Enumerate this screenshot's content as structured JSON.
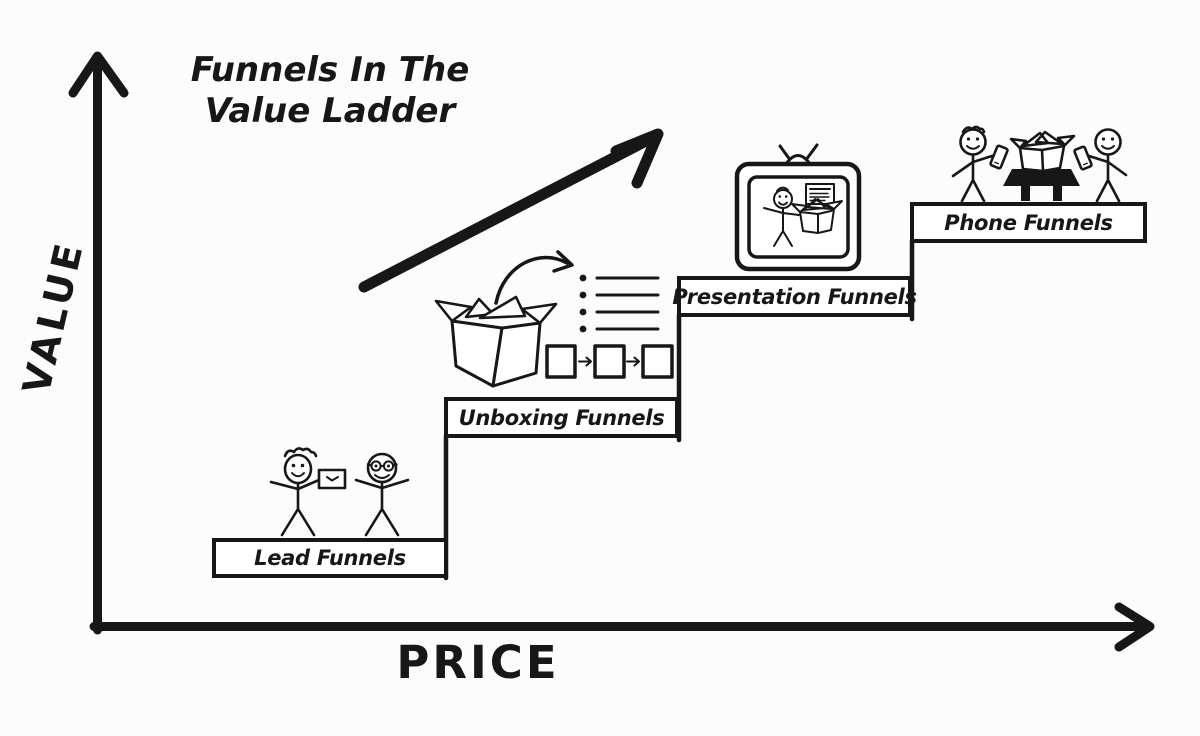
{
  "title": {
    "line1": "Funnels In The",
    "line2": "Value Ladder"
  },
  "axes": {
    "y_label": "VALUE",
    "x_label": "PRICE"
  },
  "steps": [
    {
      "label": "Lead Funnels",
      "illustration": "two-stick-figures-with-lead-magnet-envelope"
    },
    {
      "label": "Unboxing Funnels",
      "illustration": "open-box-with-checklist-and-flow-squares"
    },
    {
      "label": "Presentation Funnels",
      "illustration": "tv-with-presenter-and-box"
    },
    {
      "label": "Phone Funnels",
      "illustration": "two-stick-figures-with-phones-and-table-box"
    }
  ],
  "icons": {
    "y_axis": "up-arrow-axis",
    "x_axis": "right-arrow-axis",
    "trend": "diagonal-growth-arrow",
    "envelope": "envelope-icon",
    "glasses_figure": "stick-figure-glasses",
    "open_box": "open-cardboard-box-icon",
    "curved_arrow": "curved-arrow-icon",
    "checklist": "bullet-list-icon",
    "flow": "three-step-flow-icon",
    "tv": "television-icon",
    "slide": "presentation-slide-icon",
    "phone": "smartphone-icon",
    "table": "table-icon"
  },
  "colors": {
    "ink": "#171717",
    "background": "#fcfcfc",
    "box_fill": "#ffffff"
  }
}
